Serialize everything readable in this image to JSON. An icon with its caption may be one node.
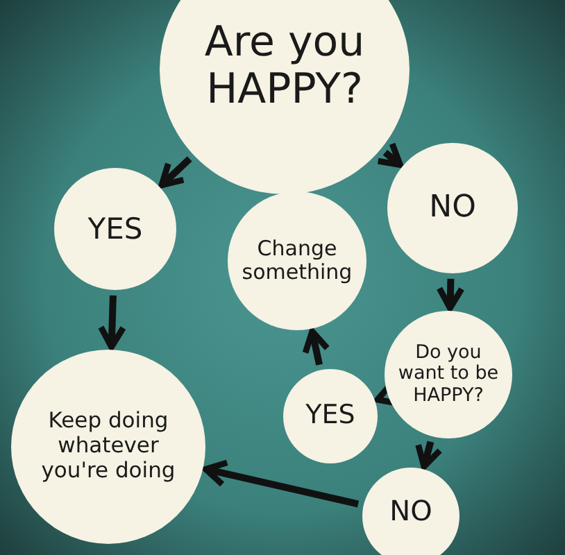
{
  "diagram": {
    "nodes": [
      {
        "text": [
          "Are you HAPPY?"
        ]
      },
      {
        "text": [
          "YES"
        ]
      },
      {
        "text": [
          "NO"
        ]
      },
      {
        "text": [
          "Change something"
        ]
      },
      {
        "text": [
          "Do you want to be HAPPY?"
        ]
      },
      {
        "text": [
          "YES"
        ]
      },
      {
        "text": [
          "Keep doing whatever you're doing"
        ]
      },
      {
        "text": [
          "NO"
        ]
      }
    ],
    "edges": [
      {
        "from": 0,
        "to": 1,
        "arrow": "to"
      },
      {
        "from": 0,
        "to": 2,
        "arrow": "to"
      },
      {
        "from": 1,
        "to": 6,
        "arrow": "to"
      },
      {
        "from": 2,
        "to": 4,
        "arrow": "to"
      },
      {
        "from": 4,
        "to": 5,
        "arrow": "to"
      },
      {
        "from": 5,
        "to": 3,
        "arrow": "to"
      },
      {
        "from": 4,
        "to": 7,
        "arrow": "to"
      },
      {
        "from": 7,
        "to": 6,
        "arrow": "to"
      }
    ]
  }
}
